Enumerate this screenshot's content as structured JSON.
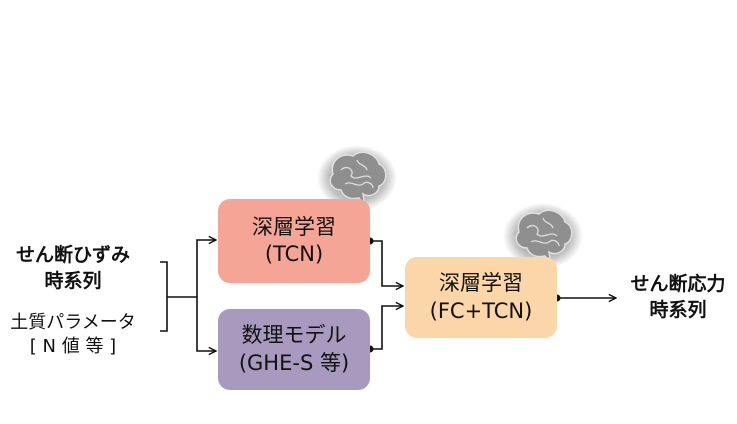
{
  "colors": {
    "tcn_box": "#f4a596",
    "ghe_box": "#a899bf",
    "fc_box": "#fbd6a8",
    "line": "#111111",
    "brain_icon": "#9a9a9a"
  },
  "inputs": {
    "primary": [
      "せん断ひずみ",
      "時系列"
    ],
    "secondary": [
      "土質パラメータ",
      "[ N 値 等 ]"
    ]
  },
  "boxes": {
    "tcn": [
      "深層学習",
      "(TCN)"
    ],
    "ghe": [
      "数理モデル",
      "(GHE-S 等)"
    ],
    "fc": [
      "深層学習",
      "(FC+TCN)"
    ]
  },
  "output": [
    "せん断応力",
    "時系列"
  ],
  "icons": [
    "brain-icon",
    "brain-icon"
  ]
}
